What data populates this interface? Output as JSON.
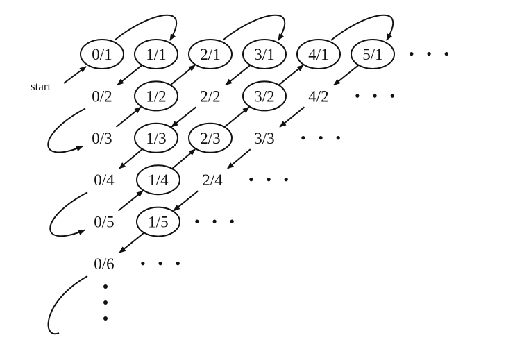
{
  "start_label": "start",
  "nodes": [
    {
      "label": "0/1",
      "n": 0,
      "d": 1,
      "circled": true
    },
    {
      "label": "1/1",
      "n": 1,
      "d": 1,
      "circled": true
    },
    {
      "label": "2/1",
      "n": 2,
      "d": 1,
      "circled": true
    },
    {
      "label": "3/1",
      "n": 3,
      "d": 1,
      "circled": true
    },
    {
      "label": "4/1",
      "n": 4,
      "d": 1,
      "circled": true
    },
    {
      "label": "5/1",
      "n": 5,
      "d": 1,
      "circled": true
    },
    {
      "label": "0/2",
      "n": 0,
      "d": 2,
      "circled": false
    },
    {
      "label": "1/2",
      "n": 1,
      "d": 2,
      "circled": true
    },
    {
      "label": "2/2",
      "n": 2,
      "d": 2,
      "circled": false
    },
    {
      "label": "3/2",
      "n": 3,
      "d": 2,
      "circled": true
    },
    {
      "label": "4/2",
      "n": 4,
      "d": 2,
      "circled": false
    },
    {
      "label": "0/3",
      "n": 0,
      "d": 3,
      "circled": false
    },
    {
      "label": "1/3",
      "n": 1,
      "d": 3,
      "circled": true
    },
    {
      "label": "2/3",
      "n": 2,
      "d": 3,
      "circled": true
    },
    {
      "label": "3/3",
      "n": 3,
      "d": 3,
      "circled": false
    },
    {
      "label": "0/4",
      "n": 0,
      "d": 4,
      "circled": false
    },
    {
      "label": "1/4",
      "n": 1,
      "d": 4,
      "circled": true
    },
    {
      "label": "2/4",
      "n": 2,
      "d": 4,
      "circled": false
    },
    {
      "label": "0/5",
      "n": 0,
      "d": 5,
      "circled": false
    },
    {
      "label": "1/5",
      "n": 1,
      "d": 5,
      "circled": true
    },
    {
      "label": "0/6",
      "n": 0,
      "d": 6,
      "circled": false
    }
  ],
  "row_ellipsis": [
    "• • •",
    "• • •",
    "• • •",
    "• • •",
    "• • •",
    "• • •"
  ],
  "stroke_color": "#111111"
}
